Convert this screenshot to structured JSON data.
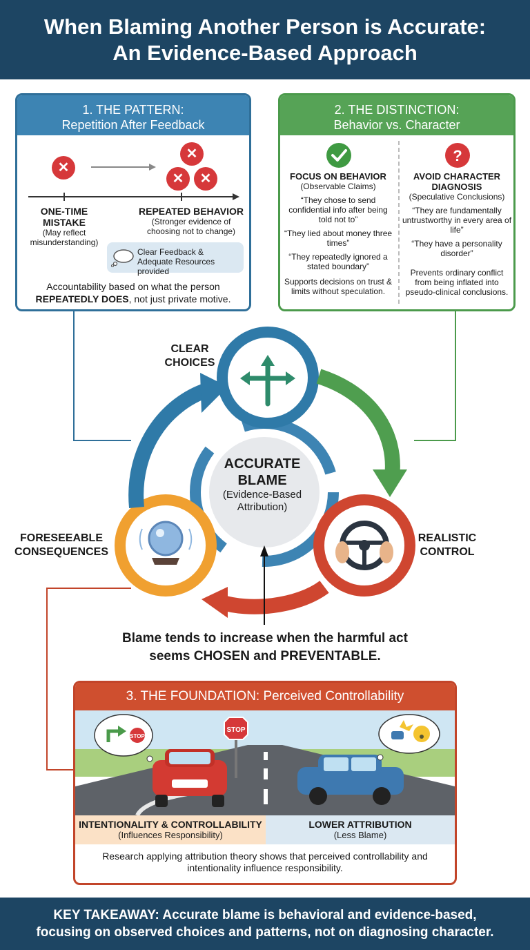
{
  "header": {
    "title_line1": "When Blaming Another Person is Accurate:",
    "title_line2": "An Evidence-Based Approach"
  },
  "pattern": {
    "heading": "1. THE PATTERN:",
    "subheading": "Repetition After Feedback",
    "one_time_title": "ONE-TIME MISTAKE",
    "one_time_sub": "(May reflect misunderstanding)",
    "repeated_title": "REPEATED BEHAVIOR",
    "repeated_sub": "(Stronger evidence of choosing not to change)",
    "feedback_note": "Clear Feedback & Adequate Resources provided",
    "accountability_line1": "Accountability based on what the person",
    "accountability_bold": "REPEATEDLY DOES",
    "accountability_rest": ", not just private motive."
  },
  "distinction": {
    "heading": "2. THE DISTINCTION:",
    "subheading": "Behavior vs. Character",
    "behavior": {
      "title": "FOCUS ON BEHAVIOR",
      "sub": "(Observable Claims)",
      "quotes": [
        "“They chose to send confidential info after being told not to”",
        "“They lied about money three times”",
        "“They repeatedly ignored a stated boundary”"
      ],
      "footer": "Supports decisions on trust & limits without speculation."
    },
    "character": {
      "title": "AVOID CHARACTER DIAGNOSIS",
      "sub": "(Speculative Conclusions)",
      "quotes": [
        "“They are fundamentally untrustworthy in every area of life”",
        "“They have a personality disorder”"
      ],
      "footer": "Prevents ordinary conflict from being inflated into pseudo-clinical conclusions."
    }
  },
  "cycle": {
    "clear_choices": "CLEAR CHOICES",
    "realistic_control": "REALISTIC CONTROL",
    "foreseeable": "FORESEEABLE CONSEQUENCES",
    "center_title": "ACCURATE BLAME",
    "center_sub": "(Evidence-Based Attribution)",
    "statement_line1": "Blame tends to increase when the harmful act",
    "statement_line2": "seems CHOSEN and PREVENTABLE."
  },
  "foundation": {
    "heading": "3. THE FOUNDATION: Perceived Controllability",
    "stop_sign": "STOP",
    "left_title": "INTENTIONALITY & CONTROLLABILITY",
    "left_sub": "(Influences Responsibility)",
    "right_title": "LOWER ATTRIBUTION",
    "right_sub": "(Less Blame)",
    "research": "Research applying attribution theory shows that perceived controllability and intentionality influence responsibility."
  },
  "footer": {
    "line1": "KEY TAKEAWAY: Accurate blame is behavioral and evidence-based,",
    "line2": "focusing on observed choices and patterns, not on diagnosing character."
  },
  "colors": {
    "navy": "#1d4563",
    "blue": "#3d84b3",
    "green": "#56a356",
    "red": "#cf4f2f",
    "orange": "#f0a030"
  },
  "icons": [
    "x-mark-icon",
    "check-icon",
    "question-icon",
    "thought-cloud-icon",
    "split-arrow-icon",
    "steering-wheel-icon",
    "crystal-ball-icon",
    "stop-sign-icon",
    "car-icon"
  ]
}
